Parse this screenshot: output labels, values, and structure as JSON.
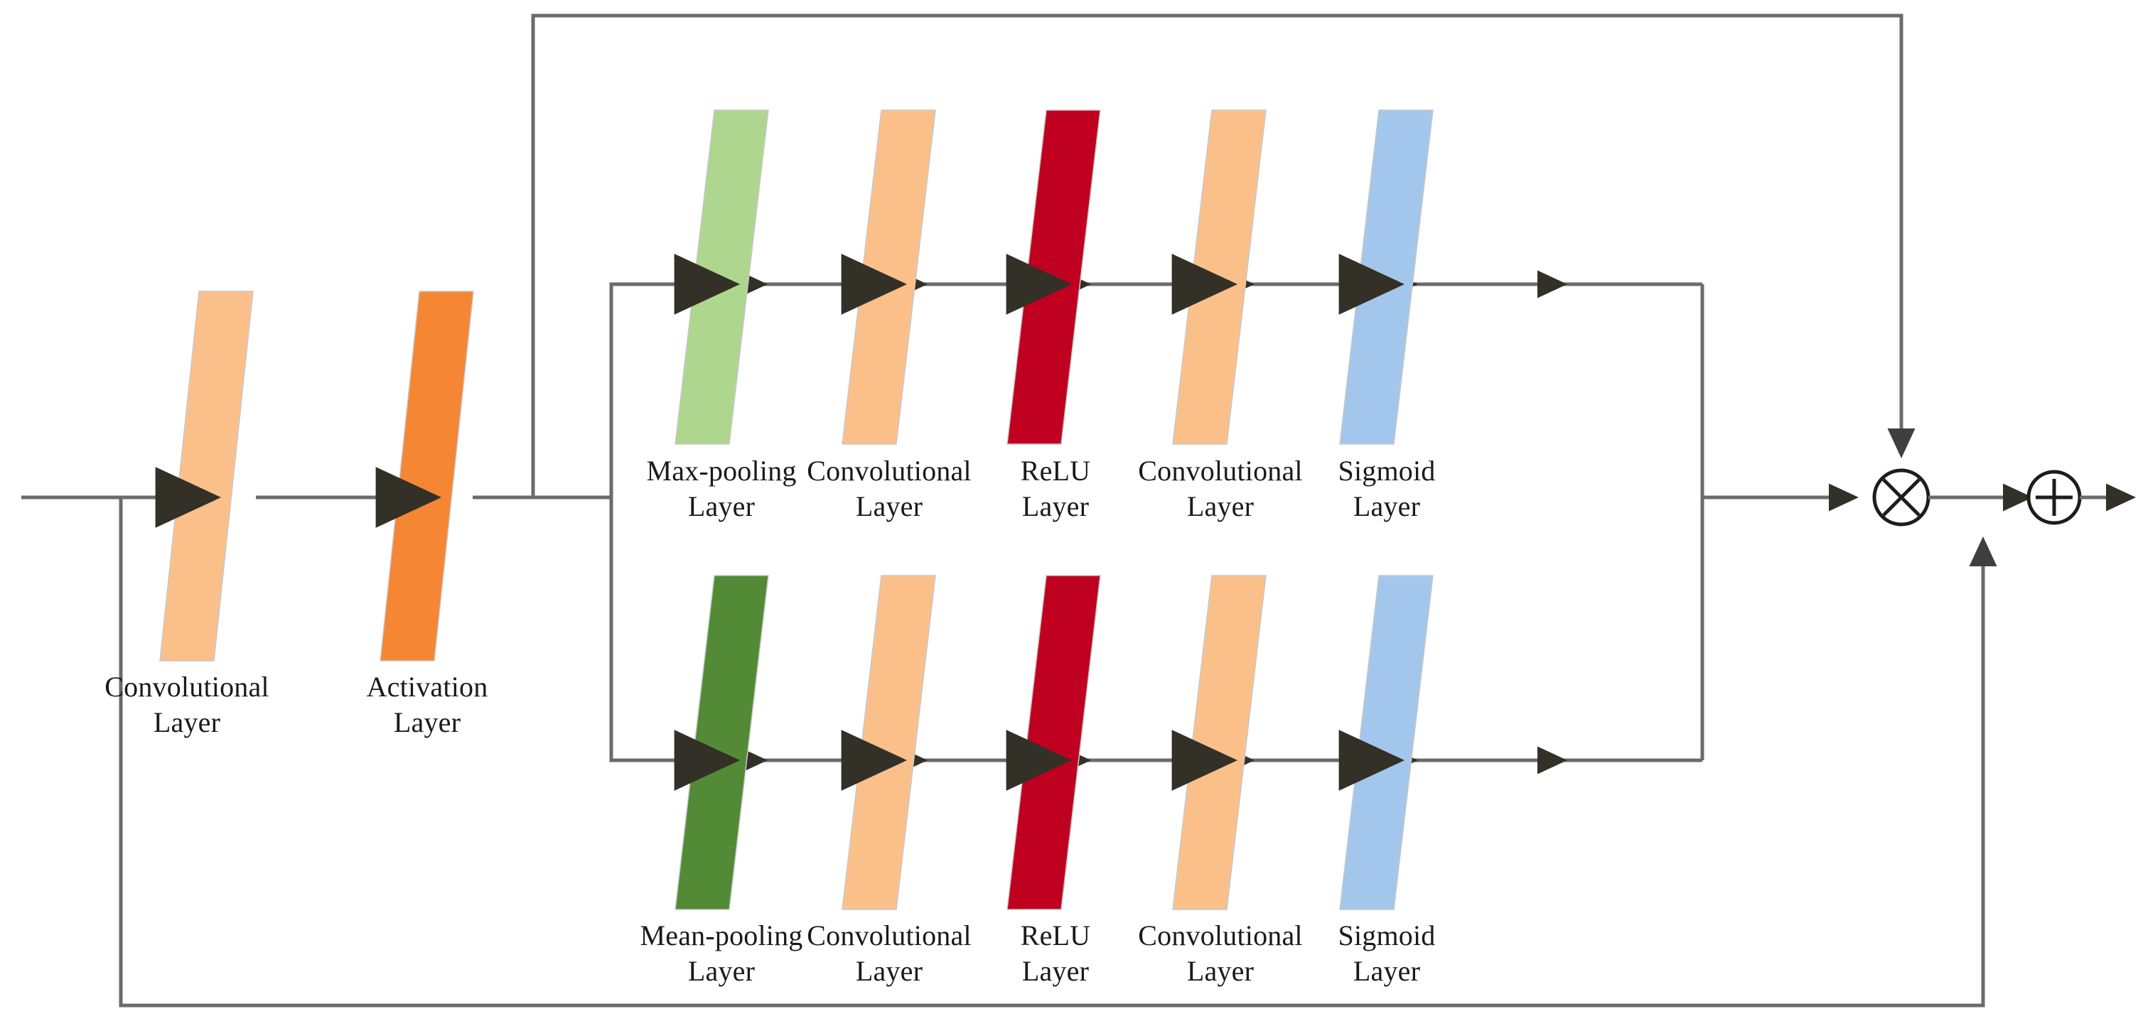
{
  "figure": {
    "title": "Dual-branch attention residual block",
    "background": "#ffffff",
    "line_color": "#595959",
    "arrow_color": "#404040"
  },
  "palette": {
    "conv_light_orange": "#FBC08A",
    "activation_orange": "#F58634",
    "maxpool_light_green": "#AFD68E",
    "meanpool_dark_green": "#538A35",
    "relu_red": "#C00020",
    "sigmoid_blue": "#A3C6EC",
    "shape_stroke": "#C8C8C8"
  },
  "stem": {
    "blocks": [
      {
        "id": "stem-conv",
        "label": "Convolutional\nLayer",
        "color_key": "conv_light_orange"
      },
      {
        "id": "stem-activation",
        "label": "Activation\nLayer",
        "color_key": "activation_orange"
      }
    ]
  },
  "branches": [
    {
      "id": "upper-branch",
      "name": "max-pooling-branch",
      "blocks": [
        {
          "id": "up-pool",
          "label": "Max-pooling\nLayer",
          "color_key": "maxpool_light_green"
        },
        {
          "id": "up-conv1",
          "label": "Convolutional\nLayer",
          "color_key": "conv_light_orange"
        },
        {
          "id": "up-relu",
          "label": "ReLU\nLayer",
          "color_key": "relu_red"
        },
        {
          "id": "up-conv2",
          "label": "Convolutional\nLayer",
          "color_key": "conv_light_orange"
        },
        {
          "id": "up-sigmoid",
          "label": "Sigmoid\nLayer",
          "color_key": "sigmoid_blue"
        }
      ]
    },
    {
      "id": "lower-branch",
      "name": "mean-pooling-branch",
      "blocks": [
        {
          "id": "low-pool",
          "label": "Mean-pooling\nLayer",
          "color_key": "meanpool_dark_green"
        },
        {
          "id": "low-conv1",
          "label": "Convolutional\nLayer",
          "color_key": "conv_light_orange"
        },
        {
          "id": "low-relu",
          "label": "ReLU\nLayer",
          "color_key": "relu_red"
        },
        {
          "id": "low-conv2",
          "label": "Convolutional\nLayer",
          "color_key": "conv_light_orange"
        },
        {
          "id": "low-sigmoid",
          "label": "Sigmoid\nLayer",
          "color_key": "sigmoid_blue"
        }
      ]
    }
  ],
  "operators": [
    {
      "id": "multiply-node",
      "symbol": "×",
      "name": "element-wise-multiply"
    },
    {
      "id": "add-node",
      "symbol": "+",
      "name": "element-wise-add"
    }
  ],
  "connections": {
    "input_arrow": "input",
    "output_arrow": "output",
    "skip_connection": "attention-skip-to-multiply",
    "residual_connection": "identity-residual-to-add"
  }
}
